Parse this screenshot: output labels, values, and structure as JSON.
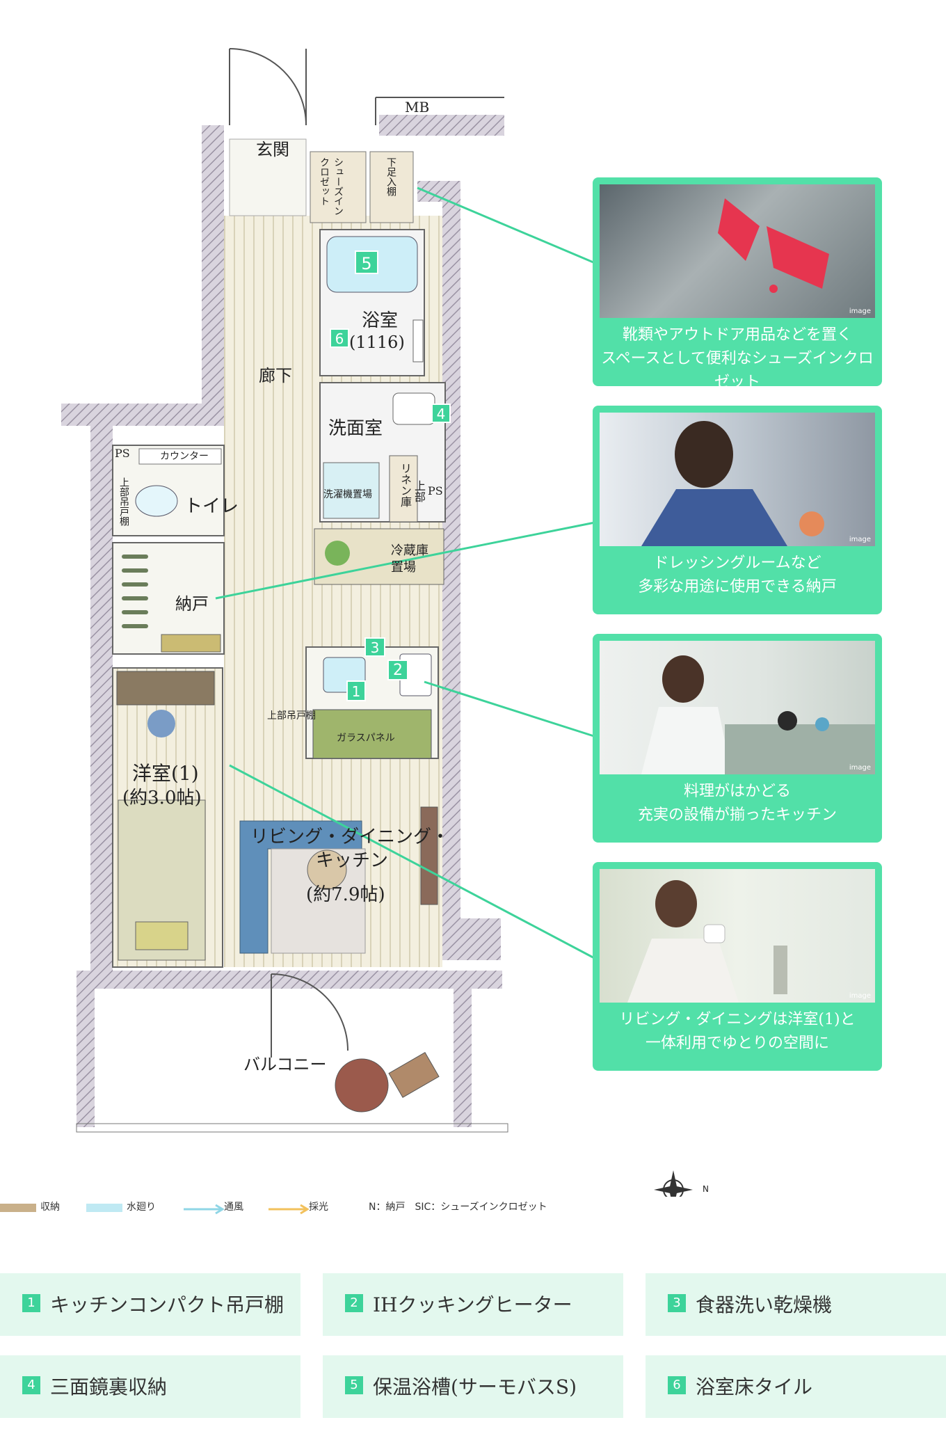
{
  "plan": {
    "labels": {
      "mb": "MB",
      "entrance": "玄関",
      "sic": "シューズインクロゼット",
      "shoe_shelf": "下足入棚",
      "bath": "浴室",
      "bath_size": "(1116)",
      "corridor": "廊下",
      "washroom": "洗面室",
      "ps_left": "PS",
      "counter": "カウンター",
      "upper_shelf_toilet": "上部吊戸棚",
      "toilet": "トイレ",
      "washer": "洗濯機置場",
      "linen": "リネン庫",
      "upper": "上部",
      "ps_right": "PS",
      "fridge": "冷蔵庫置場",
      "storage": "納戸",
      "upper_cabinet": "上部吊戸棚",
      "glass_panel": "ガラスパネル",
      "western_room": "洋室(1)",
      "western_size": "(約3.0帖)",
      "ldk_line1": "リビング・ダイニング・",
      "ldk_line2": "キッチン",
      "ldk_size": "(約7.9帖)",
      "balcony": "バルコニー"
    },
    "markers": {
      "m1": "1",
      "m2": "2",
      "m3": "3",
      "m4": "4",
      "m5": "5",
      "m6": "6"
    },
    "compass": "N"
  },
  "cards": [
    {
      "caption_l1": "靴類やアウトドア用品などを置く",
      "caption_l2": "スペースとして便利なシューズインクロゼット",
      "tag": "image"
    },
    {
      "caption_l1": "ドレッシングルームなど",
      "caption_l2": "多彩な用途に使用できる納戸",
      "tag": "image"
    },
    {
      "caption_l1": "料理がはかどる",
      "caption_l2": "充実の設備が揃ったキッチン",
      "tag": "image"
    },
    {
      "caption_l1": "リビング・ダイニングは洋室(1)と",
      "caption_l2": "一体利用でゆとりの空間に",
      "tag": "image"
    }
  ],
  "legend": {
    "storage": "収納",
    "water": "水廻り",
    "ventilation": "通風",
    "daylight": "採光",
    "note": "N：納戸　SIC：シューズインクロゼット"
  },
  "features": [
    {
      "num": "1",
      "text": "キッチンコンパクト吊戸棚"
    },
    {
      "num": "2",
      "text": "IHクッキングヒーター"
    },
    {
      "num": "3",
      "text": "食器洗い乾燥機"
    },
    {
      "num": "4",
      "text": "三面鏡裏収納"
    },
    {
      "num": "5",
      "text": "保温浴槽(サーモバスS)"
    },
    {
      "num": "6",
      "text": "浴室床タイル"
    }
  ],
  "colors": {
    "accent": "#52e0a8",
    "marker": "#3dd39a",
    "feature_bg": "#e3f8ee",
    "storage_swatch": "#c9b08a",
    "water_swatch": "#bfe9f3",
    "wall": "#b6aebd"
  }
}
